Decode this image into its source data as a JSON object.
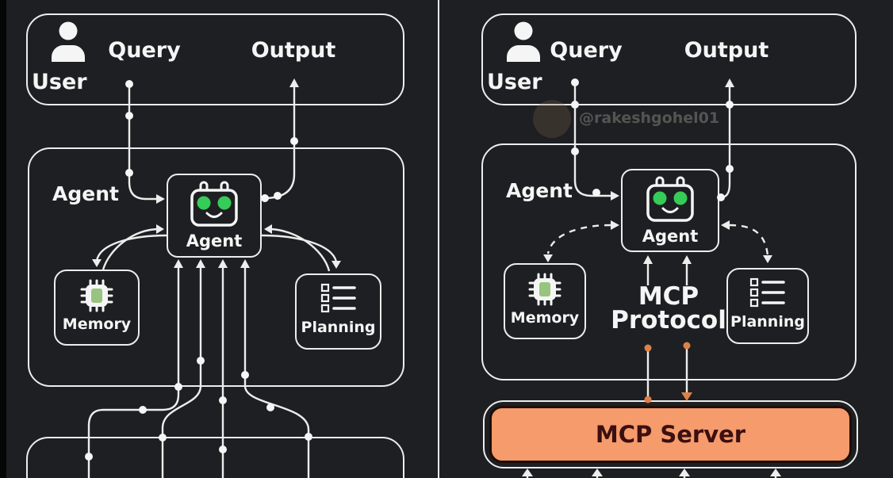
{
  "colors": {
    "background": "#1e1f22",
    "line": "#ededed",
    "robot_eye_green": "#35cc57",
    "chip_green": "#97c47e",
    "server_fill": "#F59B6C",
    "orange_accent": "#dd8147",
    "server_text": "#3c0f10"
  },
  "left_panel": {
    "user_label": "User",
    "query_label": "Query",
    "output_label": "Output",
    "agent_container_label": "Agent",
    "agent_label": "Agent",
    "memory_label": "Memory",
    "planning_label": "Planning"
  },
  "right_panel": {
    "user_label": "User",
    "query_label": "Query",
    "output_label": "Output",
    "agent_container_label": "Agent",
    "agent_label": "Agent",
    "memory_label": "Memory",
    "planning_label": "Planning",
    "protocol_line1": "MCP",
    "protocol_line2": "Protocol",
    "server_label": "MCP Server",
    "watermark": "@rakeshgohel01"
  }
}
